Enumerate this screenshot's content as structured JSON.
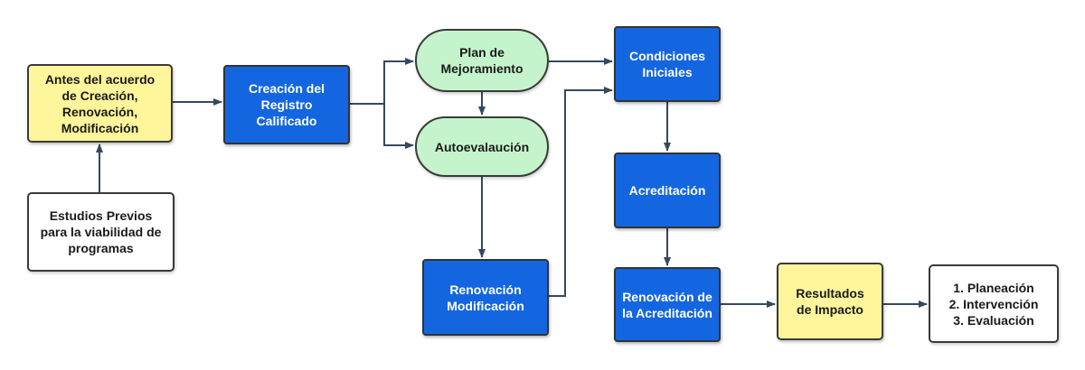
{
  "nodes": {
    "antes": "Antes del acuerdo\nde Creación,\nRenovación,\nModificación",
    "estudios": "Estudios Previos\npara la viabilidad de\nprogramas",
    "creacion": "Creación del\nRegistro\nCalificado",
    "plan": "Plan de\nMejoramiento",
    "autoevaluacion": "Autoevalaución",
    "renovacion_modificacion": "Renovación\nModificación",
    "condiciones": "Condiciones\nIniciales",
    "acreditacion": "Acreditación",
    "renovacion_acreditacion": "Renovación de\nla Acreditación",
    "resultados": "Resultados\nde Impacto",
    "outcomes": [
      "1. Planeación",
      "2. Intervención",
      "3. Evaluación"
    ]
  },
  "colors": {
    "yellow_fill": "#fff59a",
    "blue_fill": "#1466e0",
    "green_fill": "#c5f4cc",
    "connector": "#34495e"
  }
}
